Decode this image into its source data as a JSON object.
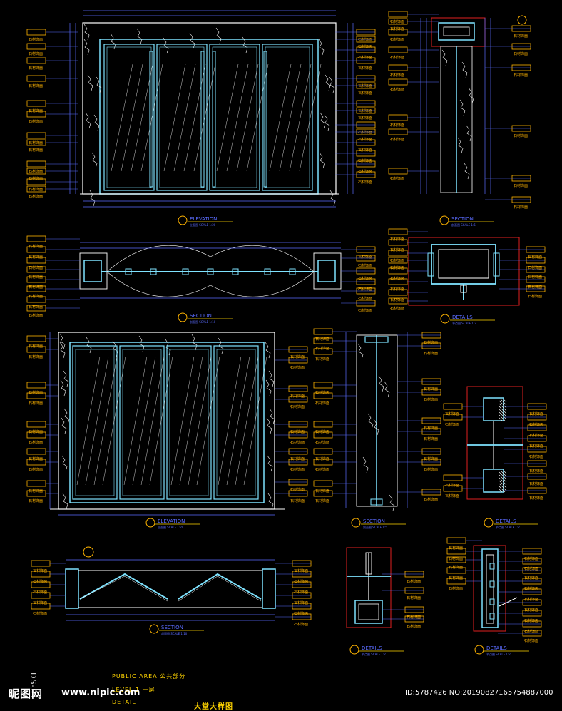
{
  "sheet": {
    "drawing_number": "DS-01",
    "project_line1": "PUBLIC AREA  公共部分",
    "project_line2": "LEVEL 1  一层",
    "project_line3": "DETAIL",
    "sheet_title": "大堂大样图"
  },
  "watermark": {
    "logo": "昵图网",
    "url": "www.nipic.com",
    "id": "ID:5787426 NO:20190827165754887000"
  },
  "callout_text": "石材饰面",
  "views": [
    {
      "name": "ELEVATION",
      "sub": "立面图  SCALE 1:20"
    },
    {
      "name": "SECTION",
      "sub": "剖面图  SCALE 1:5"
    },
    {
      "name": "SECTION",
      "sub": "剖面图  SCALE 1:10"
    },
    {
      "name": "DETAILS",
      "sub": "节点图  SCALE 1:2"
    },
    {
      "name": "ELEVATION",
      "sub": "立面图  SCALE 1:20"
    },
    {
      "name": "SECTION",
      "sub": "剖面图  SCALE 1:5"
    },
    {
      "name": "DETAILS",
      "sub": "节点图  SCALE 1:2"
    },
    {
      "name": "SECTION",
      "sub": "剖面图  SCALE 1:10"
    },
    {
      "name": "DETAILS",
      "sub": "节点图  SCALE 1:2"
    },
    {
      "name": "DETAILS",
      "sub": "节点图  SCALE 1:2"
    }
  ],
  "colors": {
    "background": "#000000",
    "outline": "#ffffff",
    "frame": "#7fe3ff",
    "dimension": "#5b6cff",
    "callout": "#ffb400",
    "section_box": "#e02020",
    "title": "#ffd400"
  }
}
